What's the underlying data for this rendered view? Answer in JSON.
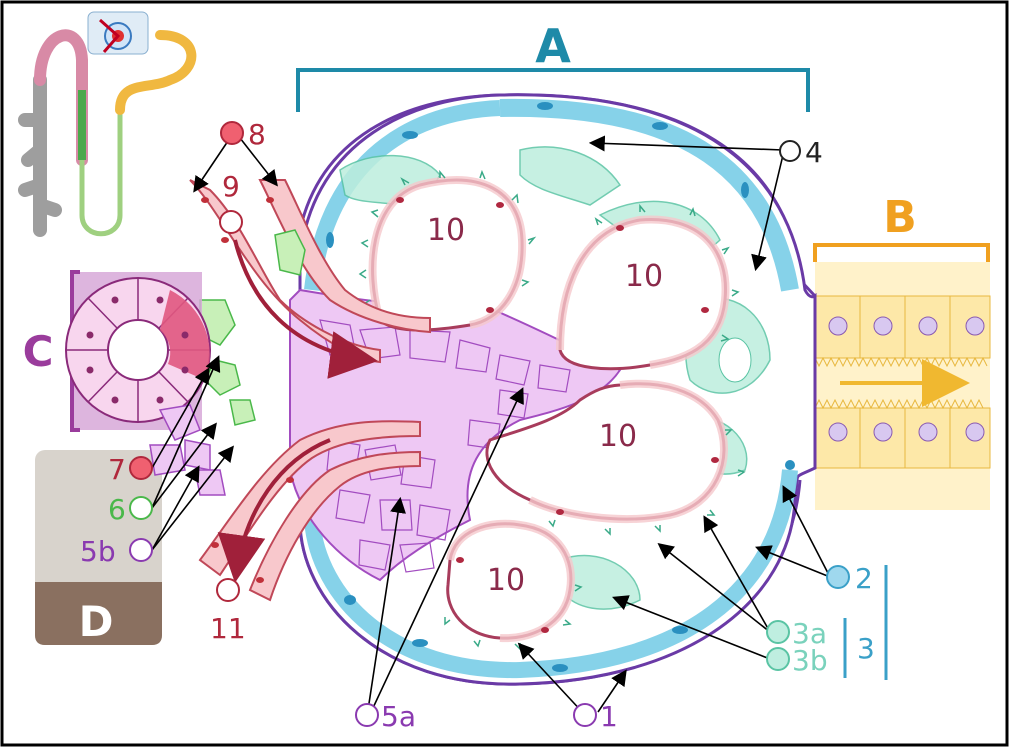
{
  "colors": {
    "frame": "#000000",
    "capsule_outer": "#6a3aa6",
    "parietal": "#7fd0e8",
    "parietal_dark": "#2a90c0",
    "podocyte": "#8fe0c8",
    "podocyte_dark": "#3aaa88",
    "mesangium": "#e6b8f0",
    "mesangium_line": "#a24cc0",
    "capillary": "#f5c8cc",
    "capillary_line": "#a83c5c",
    "arteriole": "#f2a0a8",
    "arteriole_nuclei": "#c0303a",
    "macula_bg": "#d7a8d8",
    "macula_cell": "#f8d6ee",
    "macula_dark": "#e05880",
    "tubule": "#fde8a8",
    "tubule_line": "#e8b840",
    "label_A": "#1e8aa8",
    "label_B": "#f0a020",
    "label_C": "#9a3c9c",
    "label_D_bg": "#d8d3cc",
    "label_D_dark": "#8a7060",
    "red_label": "#b0283c",
    "green_label": "#4ab84a",
    "purple_label": "#8a3ab0",
    "teal_label": "#7ad2bc",
    "blue_label": "#3aa0c8"
  },
  "region_labels": {
    "A": "A",
    "B": "B",
    "C": "C",
    "D": "D"
  },
  "callouts": {
    "n1": "1",
    "n2": "2",
    "n3": "3",
    "n3a": "3a",
    "n3b": "3b",
    "n4": "4",
    "n5a": "5a",
    "n5b": "5b",
    "n6": "6",
    "n7": "7",
    "n8": "8",
    "n9": "9",
    "n10": "10",
    "n11": "11"
  }
}
